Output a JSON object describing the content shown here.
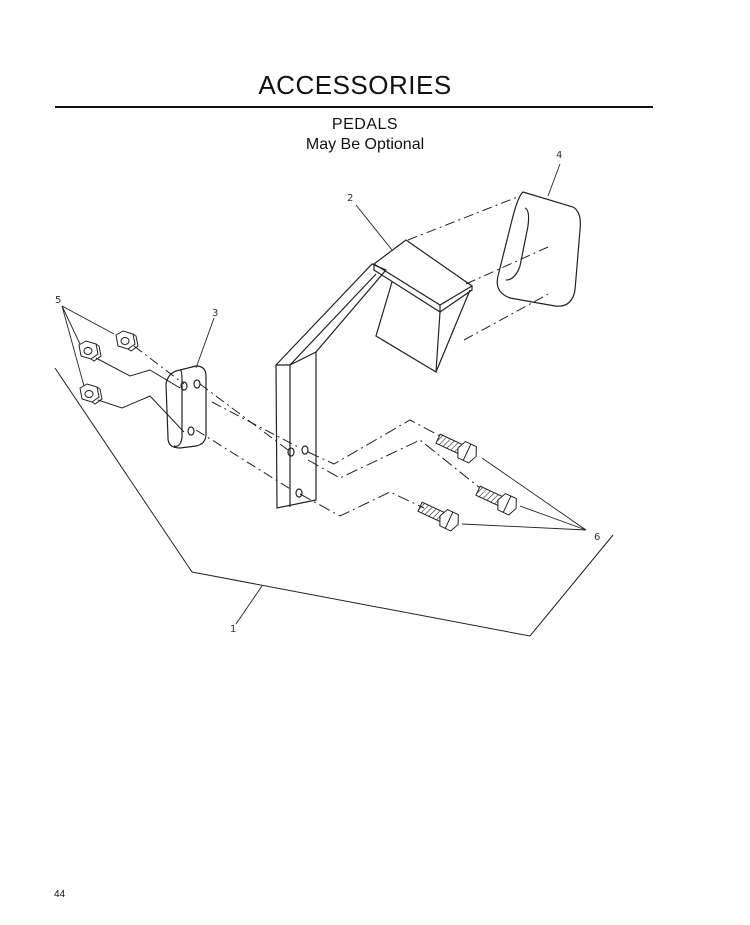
{
  "header": {
    "title": "ACCESSORIES",
    "subtitle": "PEDALS",
    "subtitle_note": "May Be Optional"
  },
  "diagram": {
    "callouts": [
      "1",
      "2",
      "3",
      "4",
      "5",
      "6"
    ]
  },
  "footer": {
    "page_number": "44"
  }
}
